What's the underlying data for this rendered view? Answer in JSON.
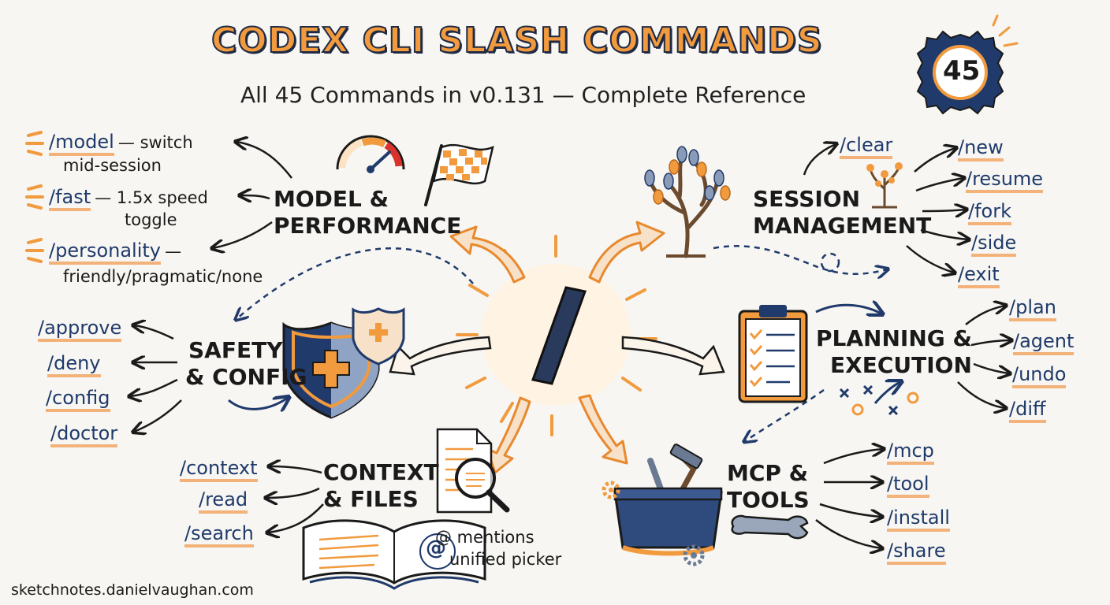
{
  "header": {
    "title": "CODEX CLI SLASH COMMANDS",
    "subtitle": "All 45 Commands in v0.131 — Complete Reference",
    "badge": "45"
  },
  "center_glyph": "/",
  "categories": {
    "model": {
      "label_line1": "MODEL &",
      "label_line2": "PERFORMANCE",
      "items": [
        {
          "cmd": "/model",
          "desc1": "— switch",
          "desc2": "mid-session"
        },
        {
          "cmd": "/fast",
          "desc1": "— 1.5x speed",
          "desc2": "toggle"
        },
        {
          "cmd": "/personality",
          "desc1": "—",
          "desc2": "friendly/pragmatic/none"
        }
      ]
    },
    "session": {
      "label_line1": "SESSION",
      "label_line2": "MANAGEMENT",
      "items": [
        "/clear",
        "/new",
        "/resume",
        "/fork",
        "/side",
        "/exit"
      ]
    },
    "safety": {
      "label_line1": "SAFETY",
      "label_line2": "& CONFIG",
      "items": [
        "/approve",
        "/deny",
        "/config",
        "/doctor"
      ]
    },
    "planning": {
      "label_line1": "PLANNING &",
      "label_line2": "EXECUTION",
      "items": [
        "/plan",
        "/agent",
        "/undo",
        "/diff"
      ]
    },
    "context": {
      "label_line1": "CONTEXT",
      "label_line2": "& FILES",
      "items": [
        "/context",
        "/read",
        "/search"
      ],
      "note_line1": "@ mentions",
      "note_line2": "unified picker"
    },
    "mcp": {
      "label_line1": "MCP &",
      "label_line2": "TOOLS",
      "items": [
        "/mcp",
        "/tool",
        "/install",
        "/share"
      ]
    }
  },
  "footer": "sketchnotes.danielvaughan.com",
  "colors": {
    "accent_orange": "#f19a3e",
    "navy": "#1f3a6b",
    "ink": "#1a1a1a",
    "highlight": "#f3b27a",
    "background": "#f7f6f2"
  },
  "icons": [
    "speedometer-icon",
    "checkered-flag-icon",
    "tree-icon",
    "sprout-icon",
    "shield-plus-icon",
    "clipboard-checklist-icon",
    "magnifier-document-icon",
    "open-book-at-icon",
    "toolbox-icon",
    "wrench-icon",
    "gear-icon"
  ]
}
